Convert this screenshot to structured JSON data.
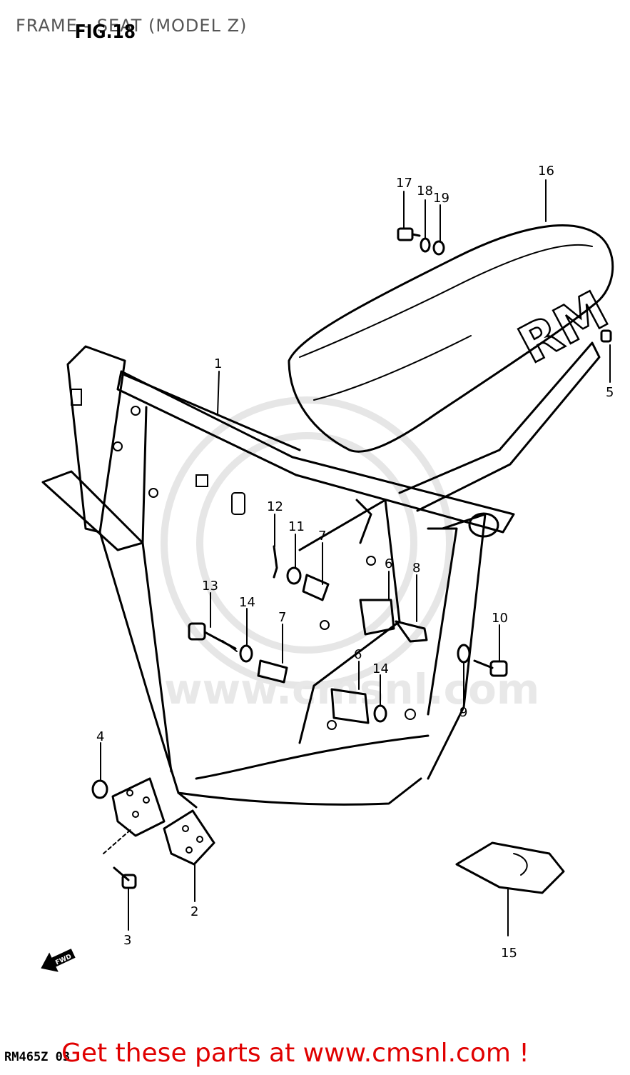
{
  "header": {
    "title": "FRAME - SEAT (MODEL Z)",
    "figure_label": "FIG.18"
  },
  "footer": {
    "diagram_code": "RM465Z 03",
    "banner": "Get these parts at www.cmsnl.com !"
  },
  "seat_logo": "RM",
  "fwd_arrow": "FWD",
  "watermark": "www.cmsnl.com",
  "callouts": [
    {
      "id": "c1",
      "label": "1"
    },
    {
      "id": "c2",
      "label": "2"
    },
    {
      "id": "c3",
      "label": "3"
    },
    {
      "id": "c4",
      "label": "4"
    },
    {
      "id": "c5",
      "label": "5"
    },
    {
      "id": "c6a",
      "label": "6"
    },
    {
      "id": "c6b",
      "label": "6"
    },
    {
      "id": "c7a",
      "label": "7"
    },
    {
      "id": "c7b",
      "label": "7"
    },
    {
      "id": "c8",
      "label": "8"
    },
    {
      "id": "c9",
      "label": "9"
    },
    {
      "id": "c10",
      "label": "10"
    },
    {
      "id": "c11",
      "label": "11"
    },
    {
      "id": "c12",
      "label": "12"
    },
    {
      "id": "c13",
      "label": "13"
    },
    {
      "id": "c14a",
      "label": "14"
    },
    {
      "id": "c14b",
      "label": "14"
    },
    {
      "id": "c15",
      "label": "15"
    },
    {
      "id": "c16",
      "label": "16"
    },
    {
      "id": "c17",
      "label": "17"
    },
    {
      "id": "c18",
      "label": "18"
    },
    {
      "id": "c19",
      "label": "19"
    }
  ],
  "colors": {
    "banner": "#e00000",
    "line_art": "#000000",
    "watermark": "#e6e6e6",
    "title": "#555555"
  }
}
